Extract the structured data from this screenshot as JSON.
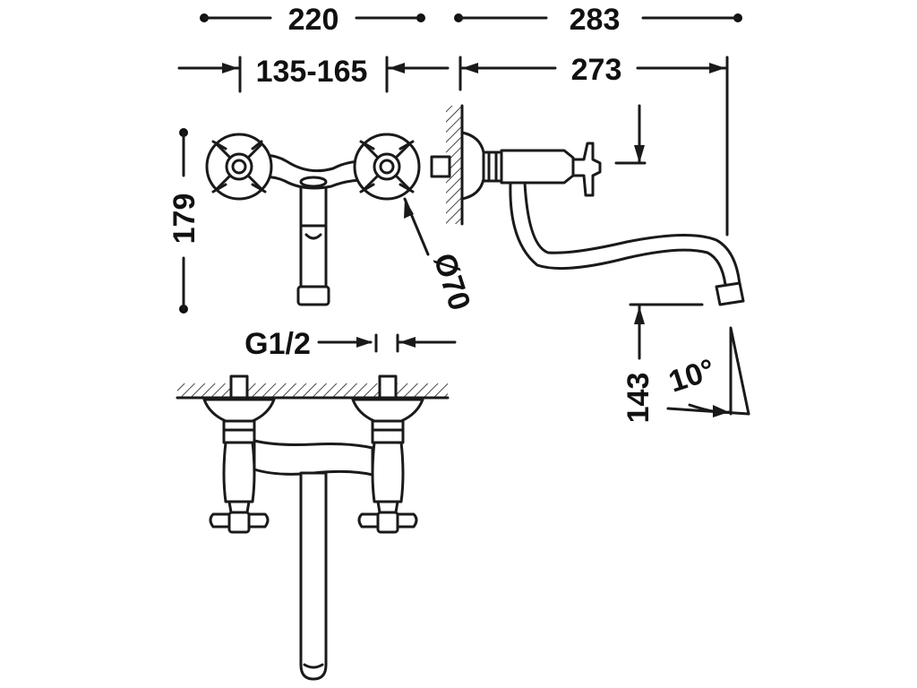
{
  "diagram": {
    "dimensions": {
      "overall_width": "220",
      "overall_depth": "283",
      "center_distance": "135-165",
      "spout_reach": "273",
      "height": "179",
      "rosette_diameter": "Ø70",
      "connection_thread": "G1/2",
      "spout_height": "143",
      "spout_angle": "10°"
    },
    "colors": {
      "line": "#1a1a1a",
      "background": "#ffffff"
    }
  }
}
